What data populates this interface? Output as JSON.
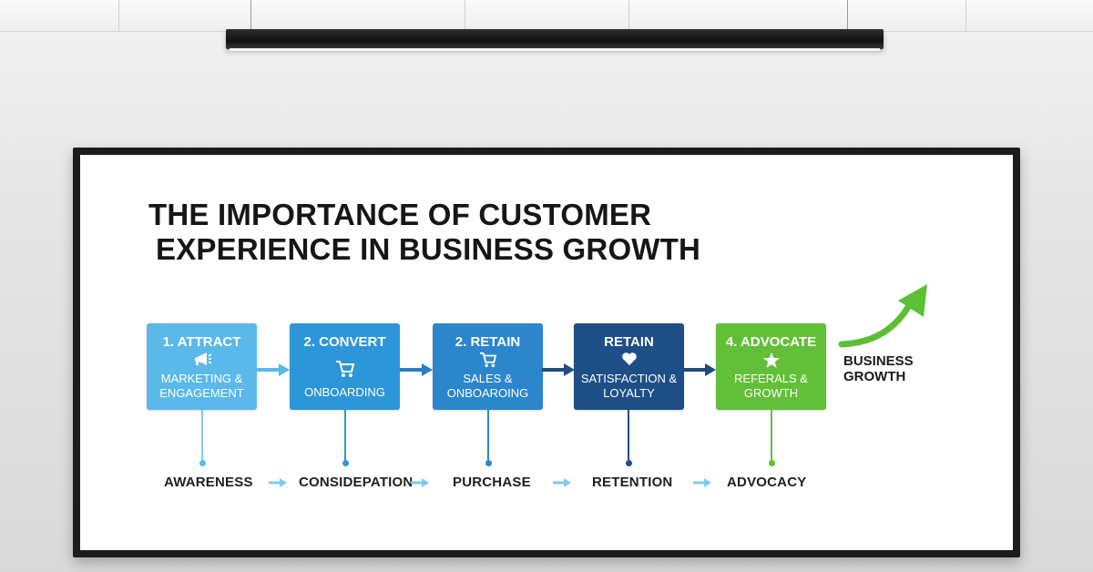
{
  "title": {
    "line1": "THE IMPORTANCE OF CUSTOMER",
    "line2": "EXPERIENCE IN BUSINESS GROWTH"
  },
  "steps": [
    {
      "title": "1. ATTRACT",
      "desc": "MARKETING & ENGAGEMENT",
      "icon": "megaphone-icon",
      "color": "#5ab8ea"
    },
    {
      "title": "2. CONVERT",
      "desc": "ONBOARDING",
      "icon": "cart-icon",
      "color": "#2d96d8"
    },
    {
      "title": "2. RETAIN",
      "desc": "SALES & ONBOAROING",
      "icon": "cart-icon",
      "color": "#2b86cc"
    },
    {
      "title": "RETAIN",
      "desc": "SATISFACTION & LOYALTY",
      "icon": "heart-icon",
      "color": "#1d4f86"
    },
    {
      "title": "4. ADVOCATE",
      "desc": "REFERALS & GROWTH",
      "icon": "star-icon",
      "color": "#62bf38"
    }
  ],
  "stages": [
    "AWARENESS",
    "CONSIDEPATION",
    "PURCHASE",
    "RETENTION",
    "ADVOCACY"
  ],
  "growth": {
    "line1": "BUSINESS",
    "line2": "GROWTH",
    "arrow_color": "#5cbf34"
  },
  "colors": {
    "arrow_dark": "#1f4d7e",
    "arrow_light": "#7ccbef",
    "text": "#161616"
  }
}
